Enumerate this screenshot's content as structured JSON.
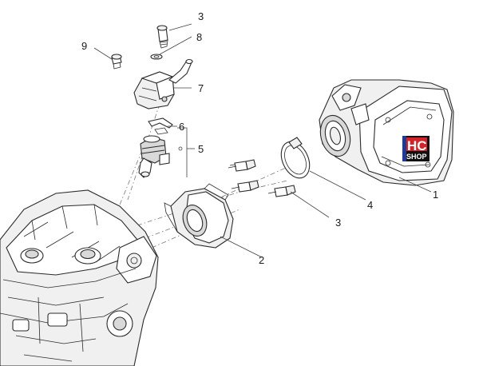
{
  "callouts": [
    "1",
    "2",
    "3",
    "3",
    "4",
    "5",
    "6",
    "7",
    "8",
    "9"
  ],
  "watermark": {
    "line1": "HC",
    "line2": "SHOP",
    "colors": {
      "red": "#d2232a",
      "blue": "#1f3a93",
      "black": "#111111"
    }
  }
}
